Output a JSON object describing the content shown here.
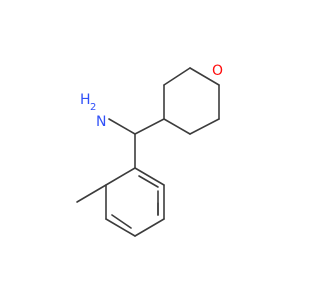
{
  "atoms": {
    "amine": {
      "symbol": "N",
      "h_label": "H",
      "h_count": "2",
      "color": "#3050f8"
    },
    "oxygen": {
      "symbol": "O",
      "color": "#ff0d0d"
    }
  },
  "colors": {
    "bond": "#3c3c3c",
    "background": "#ffffff"
  }
}
